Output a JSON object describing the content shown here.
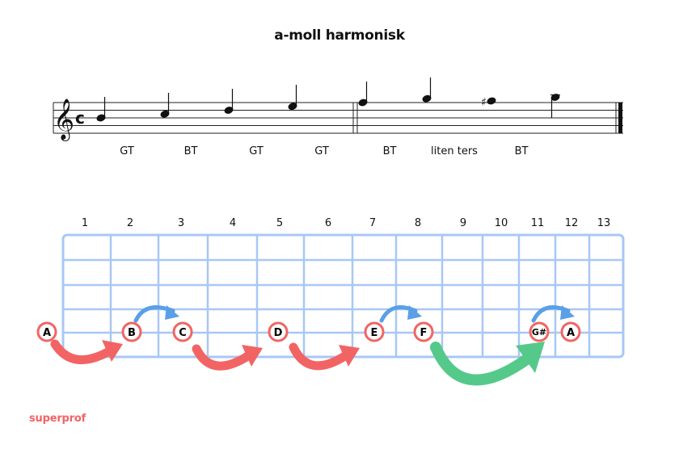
{
  "title": "a-moll harmonisk",
  "intervals": [
    "GT",
    "BT",
    "GT",
    "GT",
    "BT",
    "liten ters",
    "BT"
  ],
  "fret_numbers": [
    "1",
    "2",
    "3",
    "4",
    "5",
    "6",
    "7",
    "8",
    "9",
    "10",
    "11",
    "12",
    "13"
  ],
  "notes": [
    "A",
    "B",
    "C",
    "D",
    "E",
    "F",
    "G#",
    "A"
  ],
  "clef": "treble-clef",
  "time_signature": "c",
  "accidental": "♯",
  "brand": "superprof",
  "colors": {
    "grid": "#a8c8f4",
    "note_ring": "#f26464",
    "arrow_red": "#f26464",
    "arrow_blue": "#5a9fe8",
    "arrow_green": "#55c98a",
    "brand": "#f26464"
  }
}
